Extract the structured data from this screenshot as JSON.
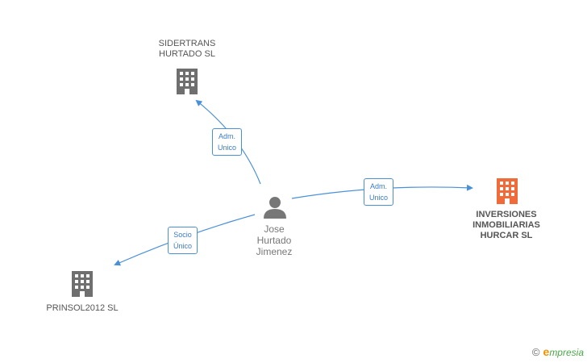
{
  "nodes": {
    "sidertrans": {
      "label": "SIDERTRANS\nHURTADO SL",
      "icon": "building-icon",
      "color": "#6f6f6f"
    },
    "inversiones": {
      "label": "INVERSIONES\nINMOBILIARIAS\nHURCAR SL",
      "icon": "building-icon",
      "color": "#f06a3a"
    },
    "prinsol": {
      "label": "PRINSOL2012 SL",
      "icon": "building-icon",
      "color": "#6f6f6f"
    },
    "person": {
      "label": "Jose\nHurtado\nJimenez",
      "icon": "person-icon",
      "color": "#6f6f6f"
    }
  },
  "edges": {
    "to_sidertrans": {
      "label": "Adm.\nUnico"
    },
    "to_inversiones": {
      "label": "Adm.\nUnico"
    },
    "to_prinsol": {
      "label": "Socio\nÚnico"
    }
  },
  "brand": {
    "copyright": "©",
    "name_first": "e",
    "name_rest": "mpresia"
  },
  "colors": {
    "edge": "#4a90d9"
  }
}
